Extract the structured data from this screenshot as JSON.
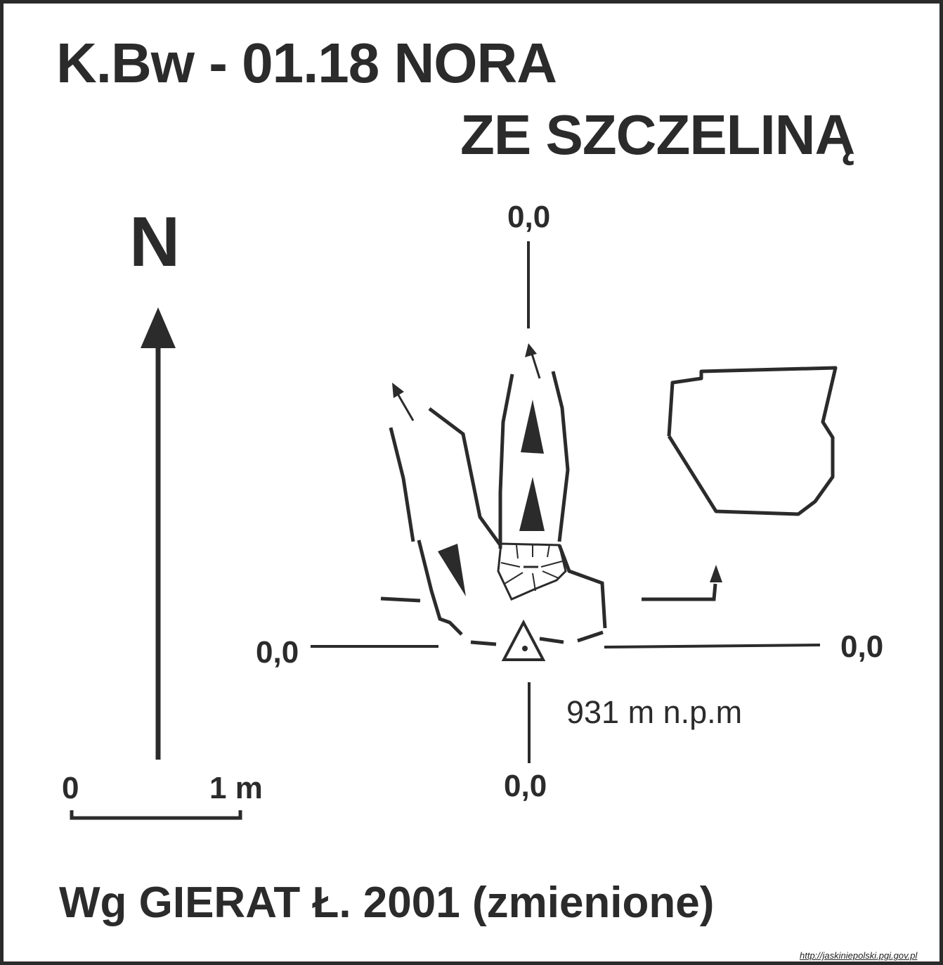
{
  "title": {
    "line1": "K.Bw - 01.18  NORA",
    "line2": "ZE SZCZELINĄ"
  },
  "north_label": "N",
  "coordinates": {
    "top": "0,0",
    "left": "0,0",
    "right": "0,0",
    "bottom": "0,0"
  },
  "elevation": "931 m n.p.m",
  "scale": {
    "start_label": "0",
    "end_label": "1 m"
  },
  "source": "Wg GIERAT Ł. 2001 (zmienione)",
  "url": "http://jaskiniepolski.pgi.gov.pl",
  "colors": {
    "ink": "#2b2b2b",
    "background": "#ffffff"
  },
  "icons": [
    "north-arrow-icon",
    "cave-entrance-triangle-icon",
    "boulder-icon",
    "passage-arrow-icon"
  ]
}
